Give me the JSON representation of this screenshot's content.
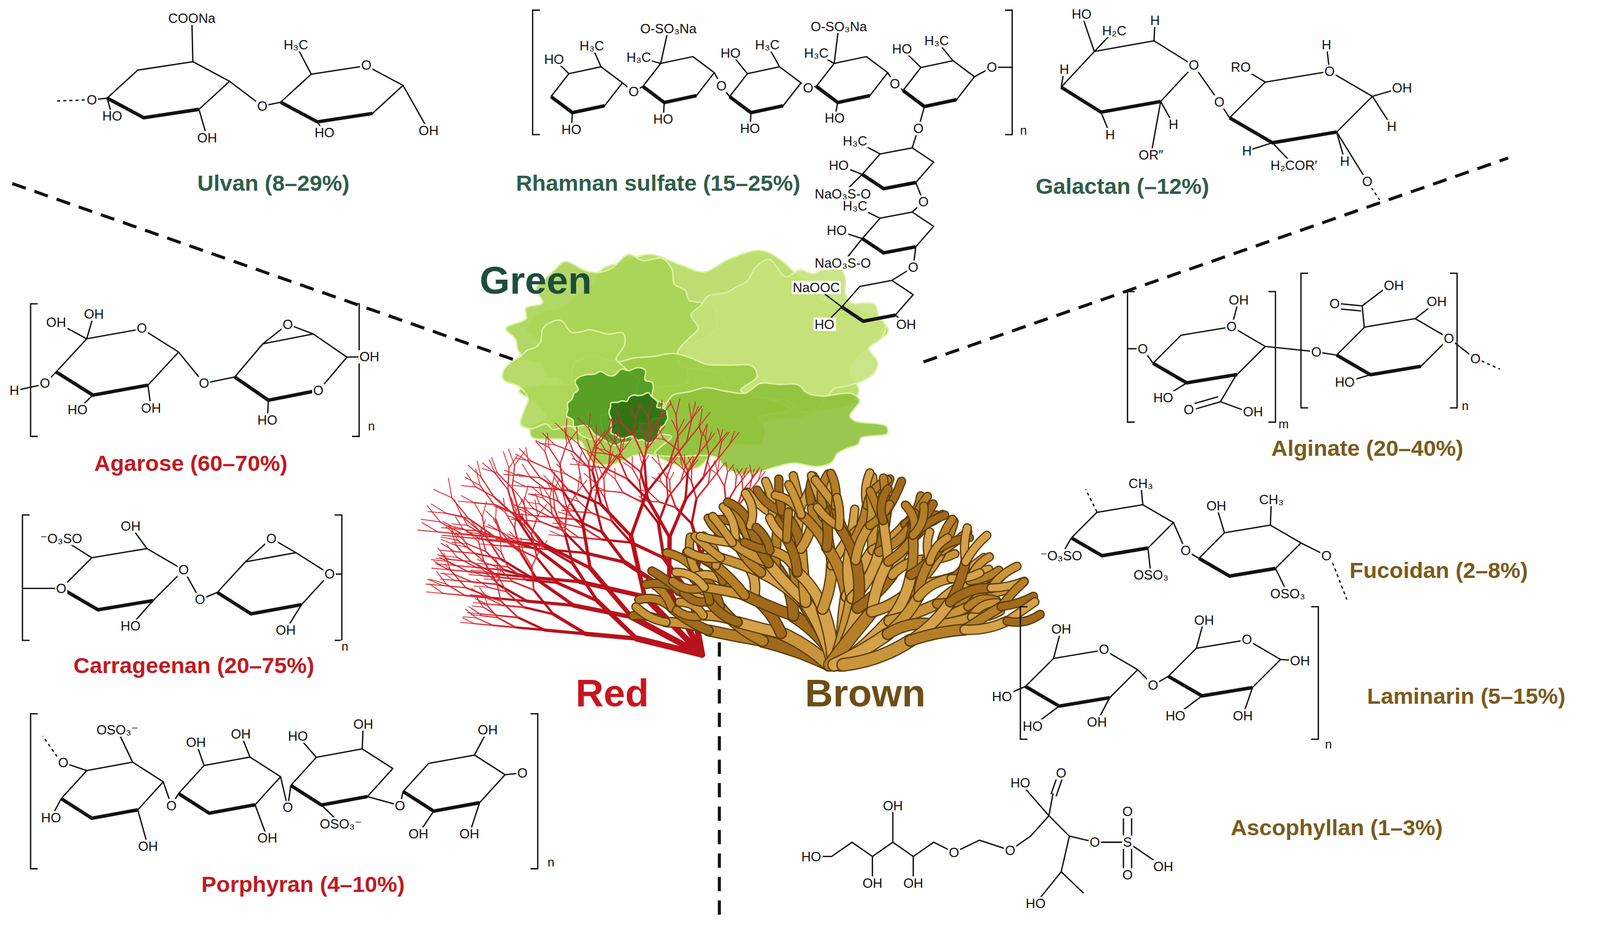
{
  "diagram": {
    "labels": [
      "Green",
      "Red",
      "Brown",
      "Ulvan (8–29%)",
      "Rhamnan sulfate (15–25%)",
      "Galactan (–12%)",
      "Agarose (60–70%)",
      "Carrageenan (20–75%)",
      "Porphyran (4–10%)",
      "Alginate (20–40%)",
      "Fucoidan (2–8%)",
      "Laminarin (5–15%)",
      "Ascophyllan (1–3%)",
      "COONa",
      "H₃C",
      "HO",
      "OH",
      "O",
      "O",
      "HO",
      "OH",
      "O",
      "HO",
      "H₃C",
      "HO",
      "O",
      "O-SO₃Na",
      "H₃C",
      "HO",
      "O",
      "HO",
      "H₃C",
      "HO",
      "O",
      "O-SO₃Na",
      "H₃C",
      "HO",
      "O",
      "HO",
      "H₃C",
      "O",
      "O",
      "H₃C",
      "HO",
      "NaO₃S-O",
      "O",
      "H₃C",
      "HO",
      "NaO₃S-O",
      "O",
      "NaOOC",
      "OH",
      "HO",
      "n",
      "HO",
      "H₂C",
      "H",
      "H",
      "O",
      "H",
      "H",
      "OR″",
      "O",
      "RO",
      "H",
      "O",
      "OH",
      "H",
      "H",
      "H₂COR′",
      "H",
      "O",
      "OH",
      "OH",
      "O",
      "H",
      "O",
      "HO",
      "OH",
      "O",
      "O",
      "OH",
      "HO",
      "O",
      "n",
      "⁻O₃SO",
      "OH",
      "O",
      "O",
      "HO",
      "O",
      "O",
      "O",
      "OH",
      "n",
      "O",
      "OSO₃⁻",
      "HO",
      "OH",
      "O",
      "OH",
      "OH",
      "OH",
      "O",
      "HO",
      "OH",
      "OSO₃⁻",
      "O",
      "OH",
      "OH",
      "OH",
      "O",
      "n",
      "O",
      "HO",
      "OH",
      "O",
      "O",
      "OH",
      "O",
      "m",
      "O",
      "OH",
      "OH",
      "O",
      "O",
      "HO",
      "n",
      "CH₃",
      "⁻O₃SO",
      "OSO₃",
      "O",
      "OH",
      "CH₃",
      "OSO₃",
      "O",
      "OH",
      "O",
      "HO",
      "HO",
      "OH",
      "O",
      "OH",
      "O",
      "OH",
      "HO",
      "OH",
      "n",
      "O",
      "HO",
      "OH",
      "HO",
      "O",
      "O",
      "O",
      "S",
      "O",
      "OH",
      "O",
      "OH",
      "OH",
      "HO"
    ]
  }
}
